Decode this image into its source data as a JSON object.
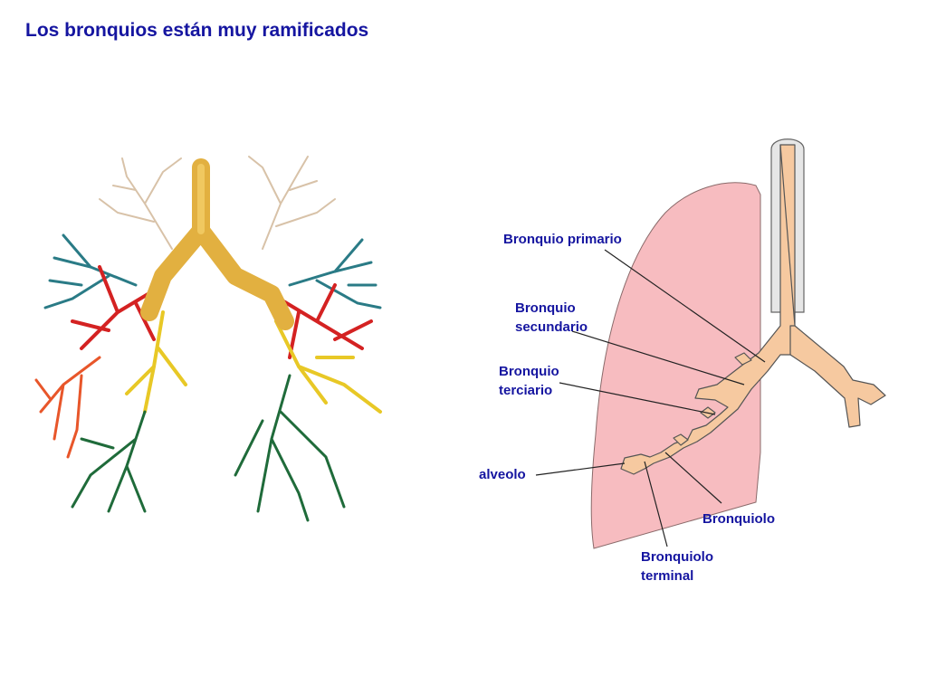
{
  "slide": {
    "title": "Los bronquios están muy ramificados"
  },
  "labels": {
    "bronquio_primario": "Bronquio primario",
    "bronquio_secundario": "Bronquio\nsecundario",
    "bronquio_terciario": "Bronquio\nterciario",
    "alveolo": "alveolo",
    "bronquiolo": "Bronquiolo",
    "bronquiolo_terminal": "Bronquiolo\nterminal"
  },
  "colors": {
    "title": "#1515a0",
    "label": "#1515a0",
    "lung": "#f7bcc0",
    "airway": "#f6c9a0",
    "trachea_wall": "#e6e6e6",
    "cast_red": "#d42222",
    "cast_teal": "#2a7b86",
    "cast_green": "#1f6b3a",
    "cast_yellow": "#e8c826",
    "cast_orange": "#e8562a",
    "cast_beige": "#d8c2a8"
  }
}
